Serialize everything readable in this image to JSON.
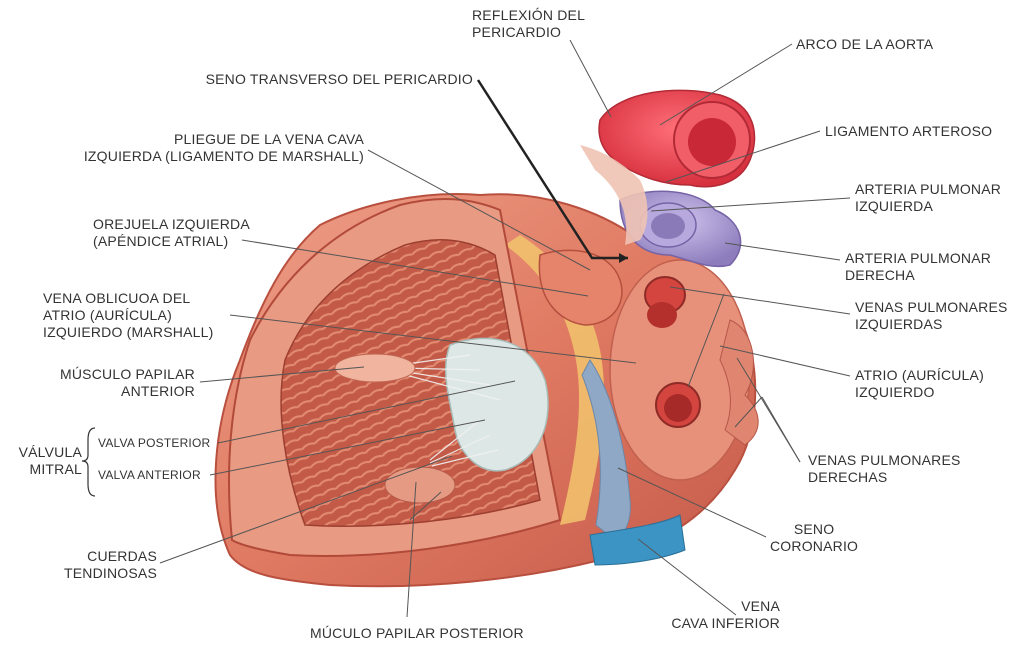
{
  "labels": {
    "reflexion": [
      "REFLEXIÓN DEL",
      "PERICARDIO"
    ],
    "arco_aorta": [
      "ARCO DE LA AORTA"
    ],
    "seno_transverso": [
      "SENO TRANSVERSO DEL PERICARDIO"
    ],
    "pliegue_vena_cava": [
      "PLIEGUE DE LA VENA CAVA",
      "IZQUIERDA (LIGAMENTO DE MARSHALL)"
    ],
    "ligamento_arteroso": [
      "LIGAMENTO ARTEROSO"
    ],
    "arteria_pulmonar_izq": [
      "ARTERIA PULMONAR",
      "IZQUIERDA"
    ],
    "orejuela_izq": [
      "OREJUELA IZQUIERDA",
      "(APÉNDICE ATRIAL)"
    ],
    "arteria_pulmonar_der": [
      "ARTERIA PULMONAR",
      "DERECHA"
    ],
    "vena_oblicua": [
      "VENA OBLICUOA DEL",
      "ATRIO (AURÍCULA)",
      "IZQUIERDO (MARSHALL)"
    ],
    "venas_pulm_izq": [
      "VENAS PULMONARES",
      "IZQUIERDAS"
    ],
    "musculo_papilar_ant": [
      "MÚSCULO PAPILAR",
      "ANTERIOR"
    ],
    "atrio_izq": [
      "ATRIO (AURÍCULA)",
      "IZQUIERDO"
    ],
    "valvula_mitral": [
      "VÁLVULA",
      "MITRAL"
    ],
    "valva_posterior": [
      "VALVA POSTERIOR"
    ],
    "valva_anterior": [
      "VALVA ANTERIOR"
    ],
    "venas_pulm_der": [
      "VENAS PULMONARES",
      "DERECHAS"
    ],
    "seno_coronario": [
      "SENO",
      "CORONARIO"
    ],
    "cuerdas_tendinosas": [
      "CUERDAS",
      "TENDINOSAS"
    ],
    "vena_cava_inf": [
      "VENA",
      "CAVA INFERIOR"
    ],
    "musculo_papilar_post": [
      "MÚCULO PAPILAR POSTERIOR"
    ]
  },
  "colors": {
    "myocardium": "#e07a62",
    "myocardium_dark": "#b9503f",
    "fat": "#f2c46d",
    "aorta": "#e8404d",
    "pulmonary_artery": "#a99bd1",
    "coronary_sinus": "#8fa8c6",
    "ivc": "#3b94c4",
    "valve": "#dde8e6",
    "leader_line": "#555555",
    "text": "#333333"
  }
}
